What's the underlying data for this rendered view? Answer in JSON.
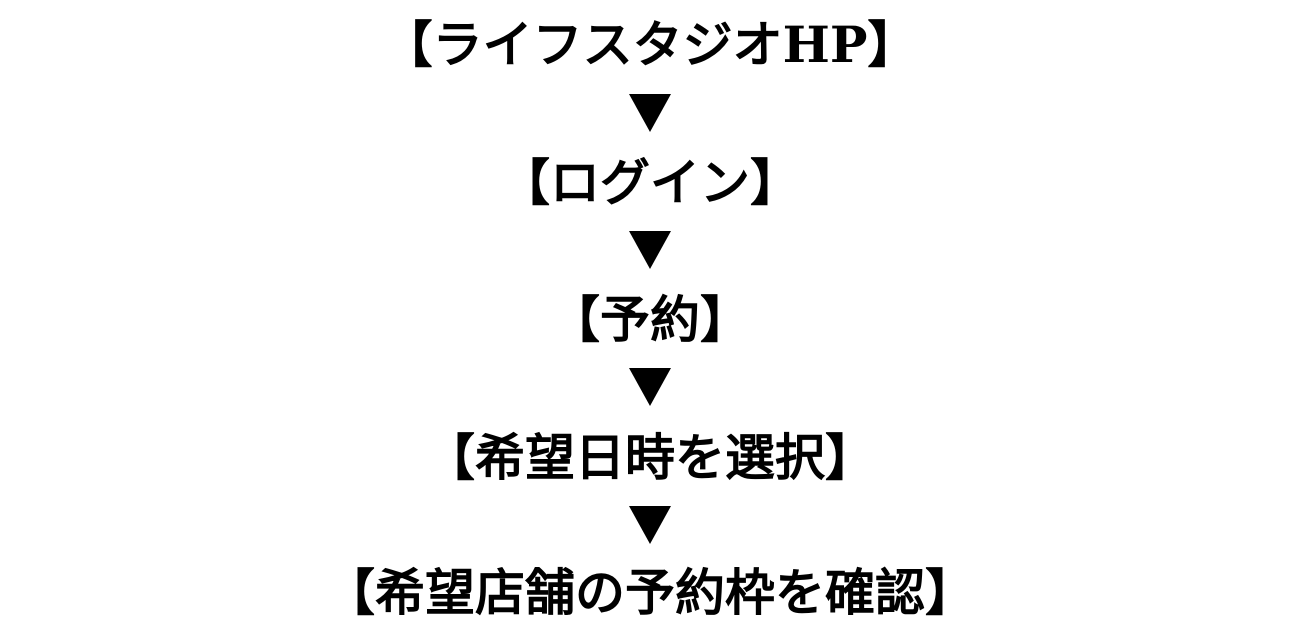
{
  "flow": {
    "steps": [
      "【ライフスタジオHP】",
      "【ログイン】",
      "【予約】",
      "【希望日時を選択】",
      "【希望店舗の予約枠を確認】"
    ],
    "arrow_icon": "down-triangle-icon",
    "text_color": "#000000",
    "background": "#ffffff"
  }
}
